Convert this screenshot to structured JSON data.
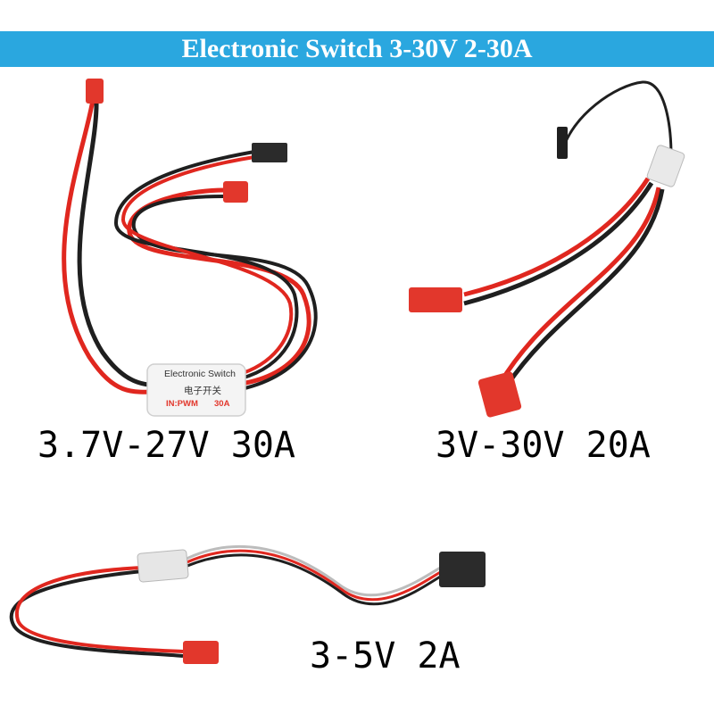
{
  "banner": {
    "title": "Electronic Switch 3-30V 2-30A",
    "color": "#2aa7df"
  },
  "products": [
    {
      "spec": "3.7V-27V 30A",
      "module_label": {
        "title": "Electronic Switch",
        "cn": "电子开关",
        "input": "IN:PWM",
        "current": "30A"
      }
    },
    {
      "spec": "3V-30V 20A"
    },
    {
      "spec": "3-5V 2A"
    }
  ],
  "colors": {
    "red_wire": "#e0271f",
    "black_wire": "#1f1f1f",
    "connector_red": "#e2372c",
    "connector_black": "#2b2b2b"
  }
}
